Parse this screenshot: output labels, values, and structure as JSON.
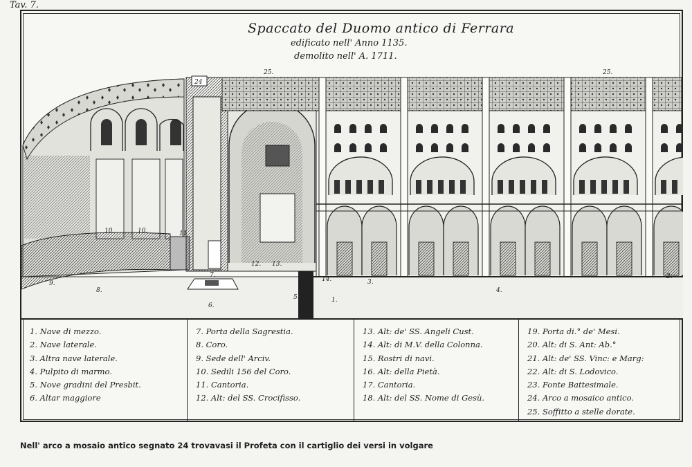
{
  "plate_label": "Tav. 7.",
  "title": "Spaccato del Duomo antico di Ferrara",
  "subtitle_1": "edificato nell' Anno 1135.",
  "subtitle_2": "demolito nell' A. 1711.",
  "drawing_labels": {
    "l25a": "25.",
    "l25b": "25.",
    "l24": "24",
    "l10a": "10.",
    "l10b": "10.",
    "l11": "11.",
    "l7": "7.",
    "l8": "8.",
    "l9": "9.",
    "l6": "6.",
    "l12": "12.",
    "l13": "13.",
    "l14": "14.",
    "l3": "3.",
    "l4": "4.",
    "l2": "2.",
    "l1": "1.",
    "l5": "5."
  },
  "legend": {
    "col1": [
      "1. Nave di mezzo.",
      "2. Nave laterale.",
      "3. Altra nave laterale.",
      "4. Pulpito di marmo.",
      "5. Nove gradini del Presbit.",
      "6. Altar maggiore"
    ],
    "col2": [
      "7. Porta della Sagrestia.",
      "8. Coro.",
      "9. Sede dell' Arciv.",
      "10. Sedili 156 del Coro.",
      "11. Cantoria.",
      "12. Alt: del SS. Crocifisso."
    ],
    "col3": [
      "13. Alt: de' SS. Angeli Cust.",
      "14. Alt: di M.V. della Colonna.",
      "15. Rostri di navi.",
      "16. Alt: della Pietà.",
      "17. Cantoria.",
      "18. Alt: del SS. Nome di Gesù."
    ],
    "col4": [
      "19. Porta di.° de' Mesi.",
      "20. Alt: di S. Ant: Ab.°",
      "21. Alt: de' SS. Vinc: e Marg:",
      "22. Alt: di S. Lodovico.",
      "23. Fonte Battesimale.",
      "24. Arco a mosaico antico.",
      "25. Soffitto a stelle dorate."
    ]
  },
  "caption": "Nell' arco a mosaio antico segnato 24 trovavasi il Profeta con il cartiglio dei versi in volgare"
}
